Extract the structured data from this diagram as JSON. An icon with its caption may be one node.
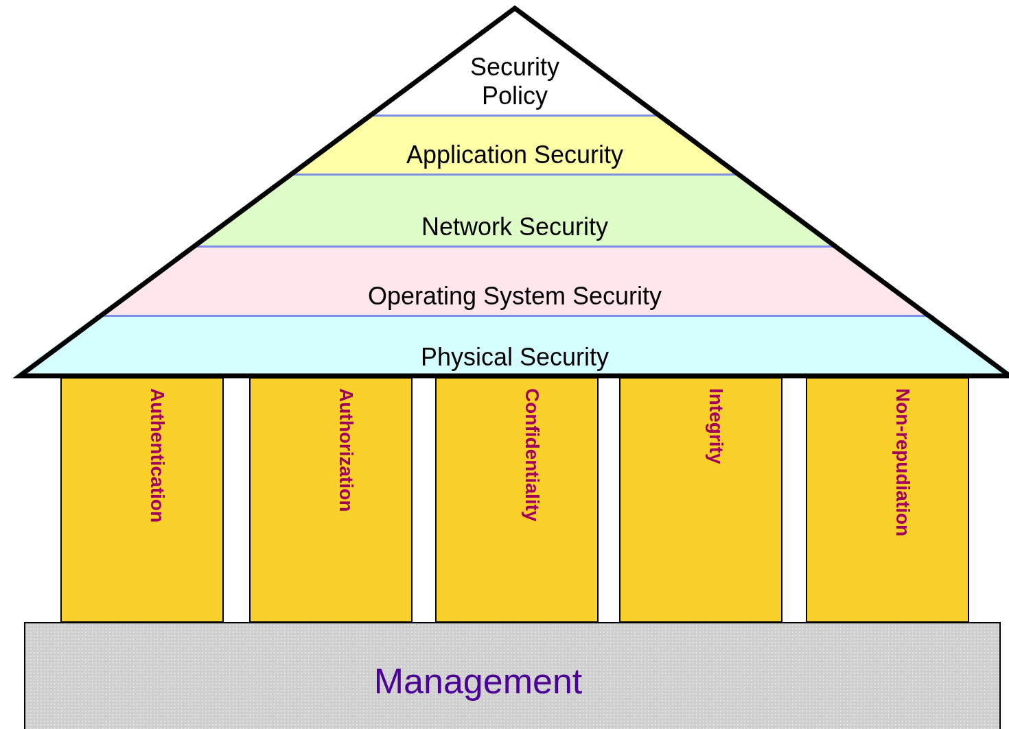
{
  "diagram": {
    "nodes": [
      {
        "text": [
          "Security Policy"
        ]
      },
      {
        "text": [
          "Application Security"
        ]
      },
      {
        "text": [
          "Network Security"
        ]
      },
      {
        "text": [
          "Operating System Security"
        ]
      },
      {
        "text": [
          "Physical Security"
        ]
      },
      {
        "text": [
          "Authentication"
        ]
      },
      {
        "text": [
          "Authorization"
        ]
      },
      {
        "text": [
          "Confidentiality"
        ]
      },
      {
        "text": [
          "Integrity"
        ]
      },
      {
        "text": [
          "Non-repudiation"
        ]
      },
      {
        "text": [
          "Management"
        ]
      }
    ]
  }
}
